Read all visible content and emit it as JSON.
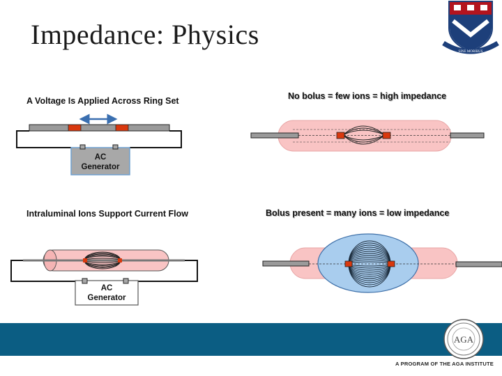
{
  "slide": {
    "title": "Impedance:  Physics"
  },
  "panels": {
    "top_left": {
      "caption": "A Voltage Is Applied Across Ring Set",
      "generator": [
        "AC",
        "Generator"
      ]
    },
    "top_right": {
      "caption": "No bolus = few ions = high impedance"
    },
    "bottom_left": {
      "caption": "Intraluminal Ions Support Current Flow",
      "generator": [
        "AC",
        "Generator"
      ]
    },
    "bottom_right": {
      "caption": "Bolus present = many ions = low impedance"
    }
  },
  "branding": {
    "crest_motto": "SINE MORIBUS",
    "seal_text": "AGA",
    "footer": "A PROGRAM OF THE AGA INSTITUTE"
  },
  "colors": {
    "electrode": "#d9380e",
    "tube_fill": "#f9c4c4",
    "bolus_fill": "#a9cdee",
    "generator_fill": "#a8a8a8",
    "footer_bar": "#0b5d83",
    "arrow": "#3a6fb0"
  },
  "icons": [
    "penn-crest-icon",
    "aga-seal-icon",
    "double-arrow-icon"
  ]
}
